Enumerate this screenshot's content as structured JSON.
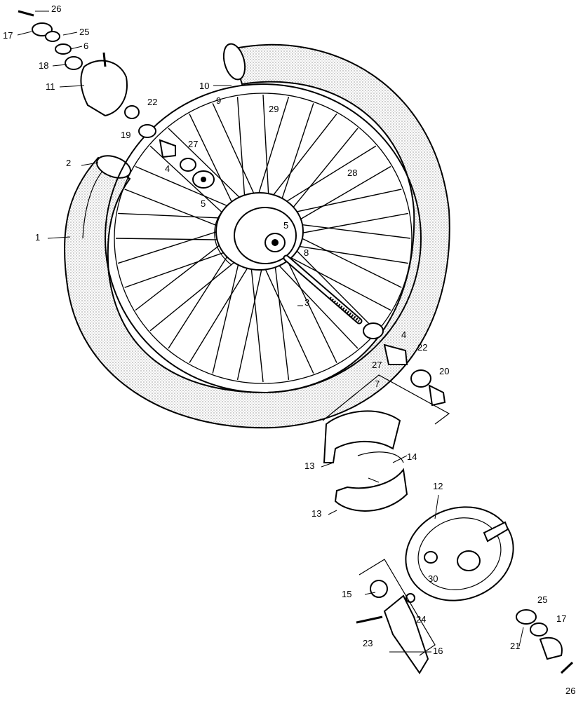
{
  "callouts": {
    "c1": "1",
    "c2": "2",
    "c3": "3",
    "c4a": "4",
    "c4b": "4",
    "c5a": "5",
    "c5b": "5",
    "c6": "6",
    "c7": "7",
    "c8": "8",
    "c9": "9",
    "c10": "10",
    "c11": "11",
    "c12": "12",
    "c13a": "13",
    "c13b": "13",
    "c14": "14",
    "c15": "15",
    "c16": "16",
    "c17a": "17",
    "c17b": "17",
    "c18": "18",
    "c19": "19",
    "c20": "20",
    "c21": "21",
    "c22a": "22",
    "c22b": "22",
    "c23": "23",
    "c24": "24",
    "c25a": "25",
    "c25b": "25",
    "c26a": "26",
    "c26b": "26",
    "c27a": "27",
    "c27b": "27",
    "c28": "28",
    "c29": "29",
    "c30": "30"
  },
  "colors": {
    "ink": "#000000",
    "paper": "#ffffff",
    "tire_stipple": "#7a7a7a"
  }
}
